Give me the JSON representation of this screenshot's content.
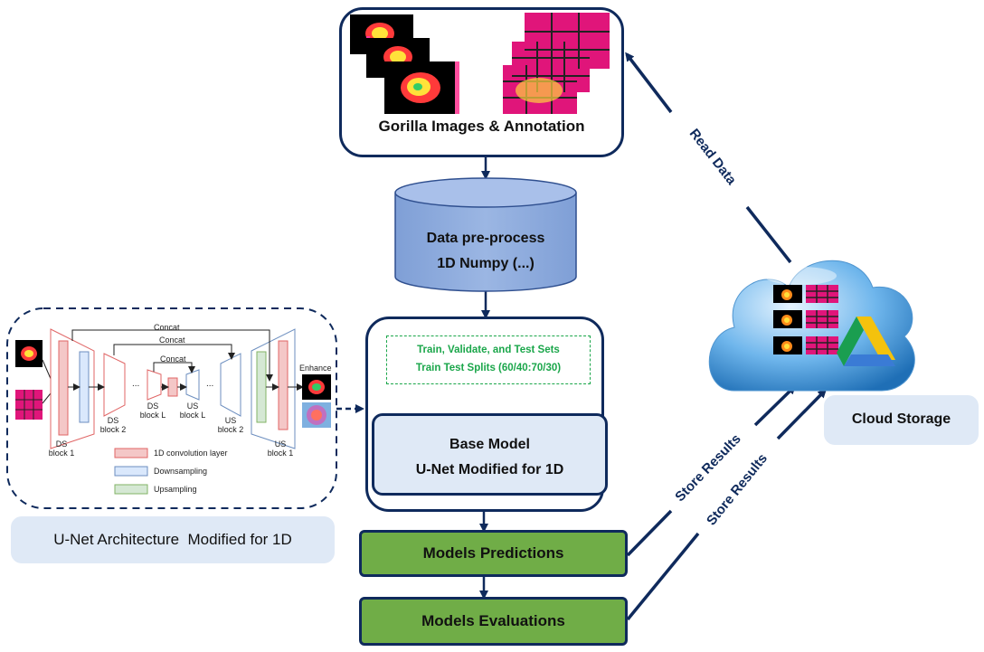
{
  "top_box": {
    "label": "Gorilla Images & Annotation"
  },
  "cylinder": {
    "line1": "Data pre-process",
    "line2": "1D Numpy (...)"
  },
  "splits": {
    "line1": "Train, Validate, and Test Sets",
    "line2": "Train Test Splits (60/40:70/30)"
  },
  "base_model": {
    "line1": "Base Model",
    "line2": "U-Net Modified for 1D"
  },
  "predictions": {
    "label": "Models Predictions"
  },
  "evaluations": {
    "label": "Models Evaluations"
  },
  "cloud": {
    "label": "Cloud Storage"
  },
  "arrows": {
    "read_data": "Read Data",
    "store_results_1": "Store Results",
    "store_results_2": "Store Results"
  },
  "unet": {
    "caption": "U-Net Architecture  Modified for 1D",
    "concat_top": "Concat",
    "concat_mid": "Concat",
    "concat_inner": "Concat",
    "enhance": "Enhance",
    "ellipsis": "...",
    "blocks": [
      {
        "line1": "DS",
        "line2": "block 1"
      },
      {
        "line1": "DS",
        "line2": "block 2"
      },
      {
        "line1": "DS",
        "line2": "block L"
      },
      {
        "line1": "US",
        "line2": "block L"
      },
      {
        "line1": "US",
        "line2": "block 2"
      },
      {
        "line1": "US",
        "line2": "block 1"
      }
    ],
    "legend": [
      {
        "label": "1D convolution layer",
        "color": "#f4c7c7",
        "border": "#e06666"
      },
      {
        "label": "Downsampling",
        "color": "#dae8fc",
        "border": "#6c8ebf"
      },
      {
        "label": "Upsampling",
        "color": "#d5e8d4",
        "border": "#82b366"
      }
    ]
  },
  "colors": {
    "navy": "#0f2a5c",
    "green": "#70ad47",
    "cylinder": "#8eaadb",
    "split_text": "#1aa64a"
  }
}
